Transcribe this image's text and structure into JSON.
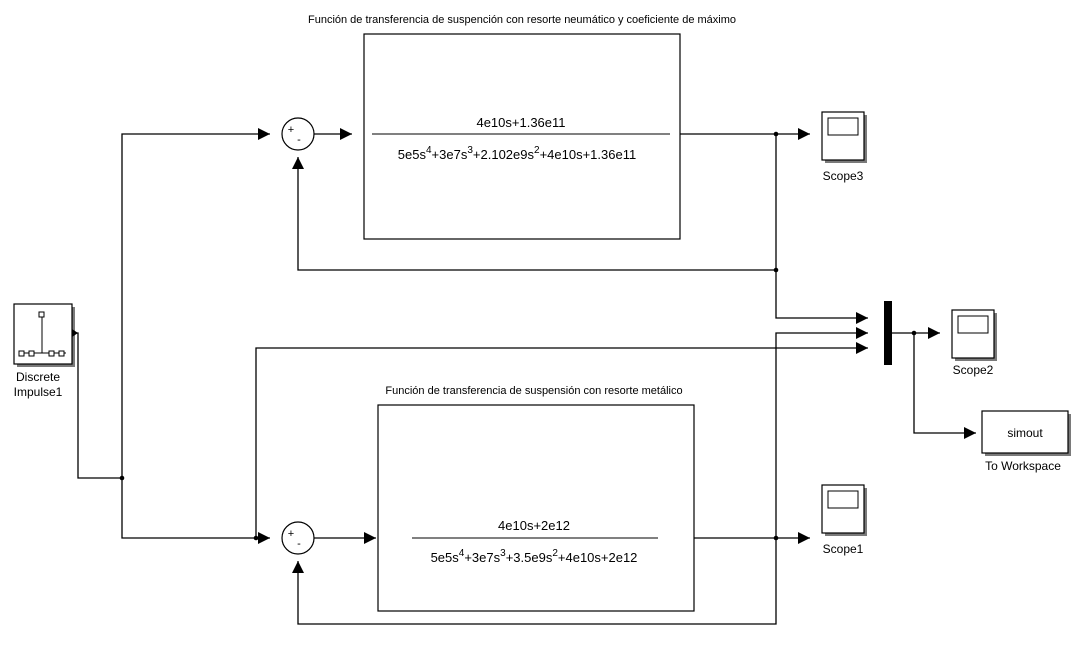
{
  "titles": {
    "top": "Función de transferencia de suspención con resorte neumático y coeficiente  de máximo",
    "bottom": "Función de transferencia de suspensión con resorte metálico"
  },
  "tf_top": {
    "numerator": "4e10s+1.36e11",
    "den": [
      "5e5s",
      "4",
      "+3e7s",
      "3",
      "+2.102e9s",
      "2",
      "+4e10s+1.36e11"
    ]
  },
  "tf_bottom": {
    "numerator": "4e10s+2e12",
    "den": [
      "5e5s",
      "4",
      "+3e7s",
      "3",
      "+3.5e9s",
      "2",
      "+4e10s+2e12"
    ]
  },
  "impulse": {
    "line1": "Discrete",
    "line2": "Impulse1"
  },
  "sum_signs": {
    "plus": "+",
    "minus": "-"
  },
  "scopes": {
    "scope3": "Scope3",
    "scope2": "Scope2",
    "scope1": "Scope1"
  },
  "workspace": {
    "variable": "simout",
    "label": "To Workspace"
  }
}
